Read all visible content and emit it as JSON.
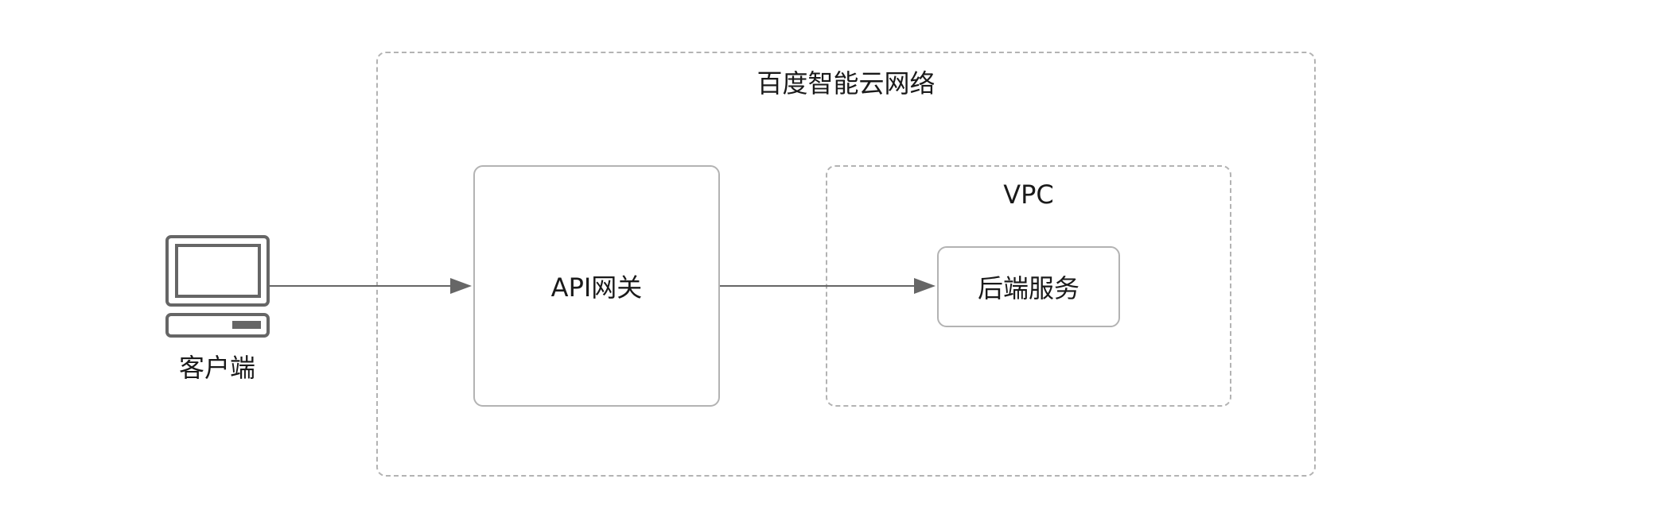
{
  "diagram": {
    "outer_group": {
      "title": "百度智能云网络"
    },
    "api_gateway": {
      "label": "API网关"
    },
    "vpc": {
      "title": "VPC",
      "backend": {
        "label": "后端服务"
      }
    },
    "client": {
      "label": "客户端",
      "icon": "computer-icon"
    },
    "edges": [
      {
        "from": "客户端",
        "to": "API网关"
      },
      {
        "from": "API网关",
        "to": "后端服务"
      }
    ],
    "colors": {
      "stroke": "#b3b3b3",
      "arrow": "#666666",
      "icon": "#666666"
    }
  }
}
